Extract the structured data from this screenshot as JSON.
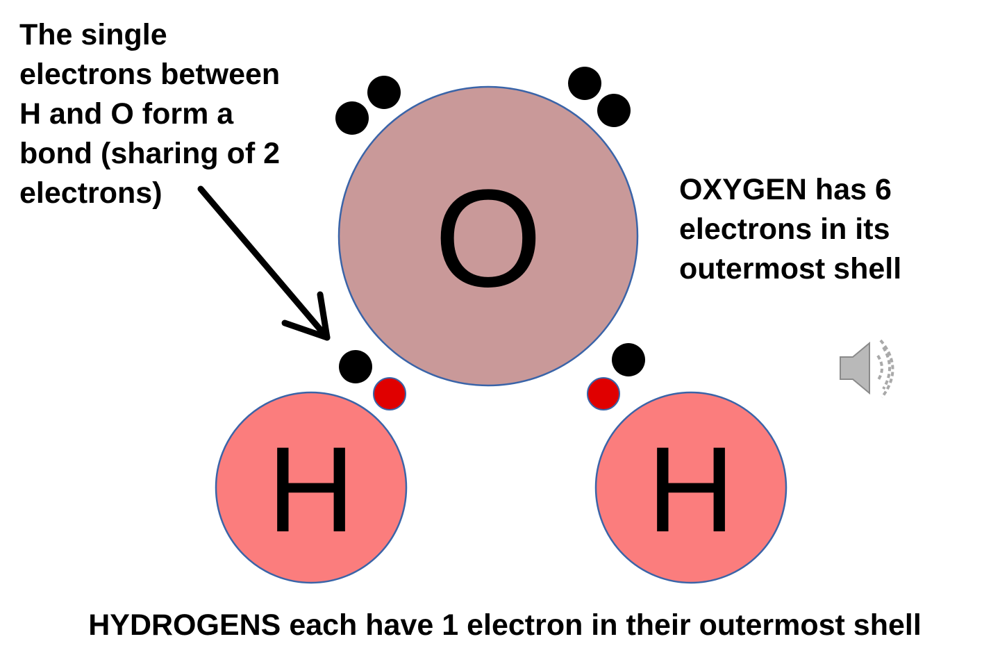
{
  "annotations": {
    "bond_lines": [
      "The single",
      "electrons between",
      "H and O form a",
      "bond (sharing of 2",
      "electrons)"
    ],
    "oxygen_lines": [
      "OXYGEN has 6",
      "electrons in its",
      "outermost shell"
    ],
    "hydrogen_text": "HYDROGENS each have 1 electron in their outermost shell"
  },
  "atoms": {
    "oxygen": {
      "symbol": "O",
      "fill": "#c99999",
      "stroke": "#3a64a8"
    },
    "hydrogen_left": {
      "symbol": "H",
      "fill": "#fb7d7d",
      "stroke": "#3a64a8"
    },
    "hydrogen_right": {
      "symbol": "H",
      "fill": "#fb7d7d",
      "stroke": "#3a64a8"
    }
  },
  "electrons": {
    "oxygen_color": "#000000",
    "hydrogen_color": "#e00000"
  },
  "icons": {
    "speaker": "speaker-icon"
  }
}
